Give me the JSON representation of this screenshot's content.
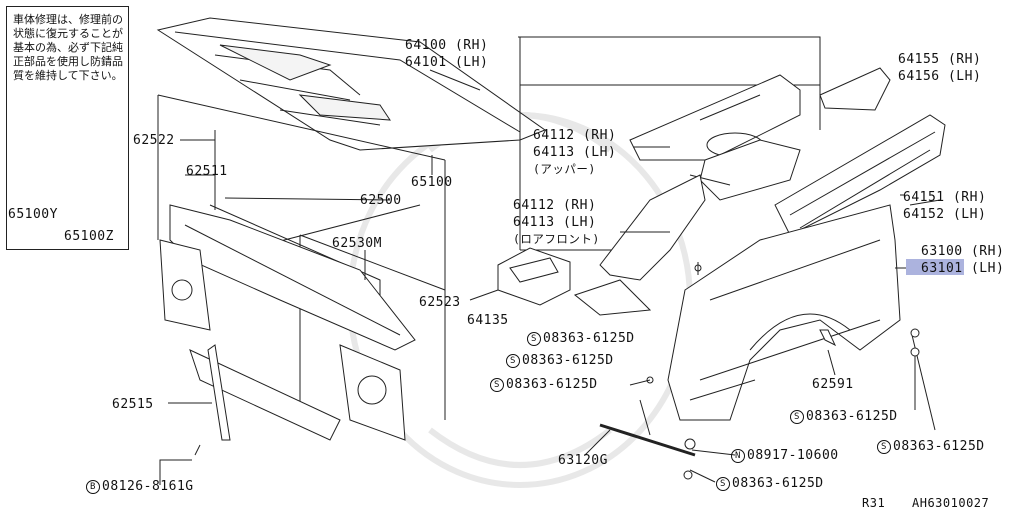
{
  "note": {
    "text": "車体修理は、修理前の状態に復元することが基本の為、必ず下記純正部品を使用し防錆品質を維持して下さい。"
  },
  "parts": {
    "p65100Y": "65100Y",
    "p65100Z": "65100Z",
    "p62522": "62522",
    "p62511": "62511",
    "p62500": "62500",
    "p62530M": "62530M",
    "p62523": "62523",
    "p62515": "62515",
    "p65100": "65100",
    "p64100": "64100 (RH)",
    "p64101": "64101 (LH)",
    "p64112a": "64112 (RH)",
    "p64113a": "64113 (LH)",
    "p_upper": "(アッパー)",
    "p64112b": "64112 (RH)",
    "p64113b": "64113 (LH)",
    "p_lowerfront": "(ロアフロント)",
    "p64135": "64135",
    "p64155": "64155 (RH)",
    "p64156": "64156 (LH)",
    "p64151": "64151 (RH)",
    "p64152": "64152 (LH)",
    "p63100": "63100 (RH)",
    "p63101_num": "63101",
    "p63101_side": "(LH)",
    "p62591": "62591",
    "p63120G": "63120G",
    "bolt_a": "08363-6125D",
    "bolt_b": "08363-6125D",
    "bolt_c": "08363-6125D",
    "bolt_d": "08363-6125D",
    "bolt_e": "08363-6125D",
    "bolt_f": "08363-6125D",
    "nut": "08917-10600",
    "bolt_b_prefix": "08126-8161G",
    "sym_s": "S",
    "sym_n": "N",
    "sym_b": "B"
  },
  "footer": {
    "model": "R31",
    "code": "AH63010027"
  },
  "colors": {
    "highlight": "#9ea6d8",
    "line": "#222222"
  }
}
